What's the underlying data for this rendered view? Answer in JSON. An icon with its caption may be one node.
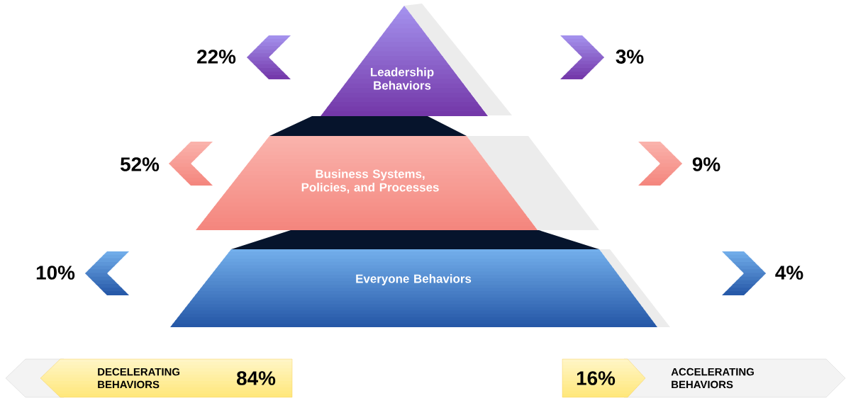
{
  "diagram": {
    "nodes": [
      {
        "text": [
          "Leadership Behaviors"
        ]
      },
      {
        "text": [
          "Business Systems, Policies, and Processes"
        ]
      },
      {
        "text": [
          "Everyone Behaviors"
        ]
      },
      {
        "text": [
          "DECELERATING BEHAVIORS",
          "84%"
        ]
      },
      {
        "text": [
          "16%",
          "ACCELERATING BEHAVIORS"
        ]
      }
    ],
    "labels": [
      "22%",
      "3%",
      "52%",
      "9%",
      "10%",
      "4%"
    ]
  }
}
